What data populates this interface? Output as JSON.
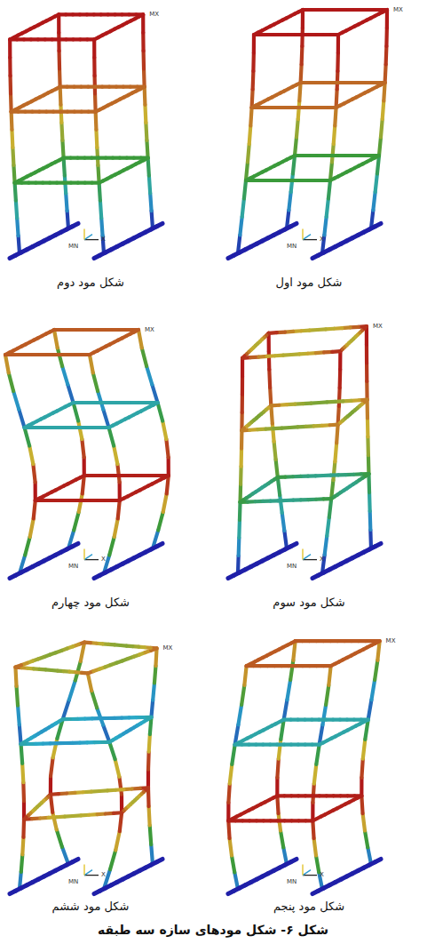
{
  "diagram": {
    "caption": "شکل ۶- شکل مودهای سازه سه طبقه",
    "labels": [
      "شکل مود دوم",
      "شکل مود اول",
      "شکل مود چهارم",
      "شکل مود سوم",
      "شکل مود ششم",
      "شکل مود پنجم",
      "MX",
      "MN",
      "X",
      "MX",
      "MN",
      "X",
      "MX",
      "MN",
      "X",
      "MX",
      "MN",
      "X",
      "MX",
      "MN",
      "X",
      "MX",
      "MN",
      "X"
    ]
  }
}
